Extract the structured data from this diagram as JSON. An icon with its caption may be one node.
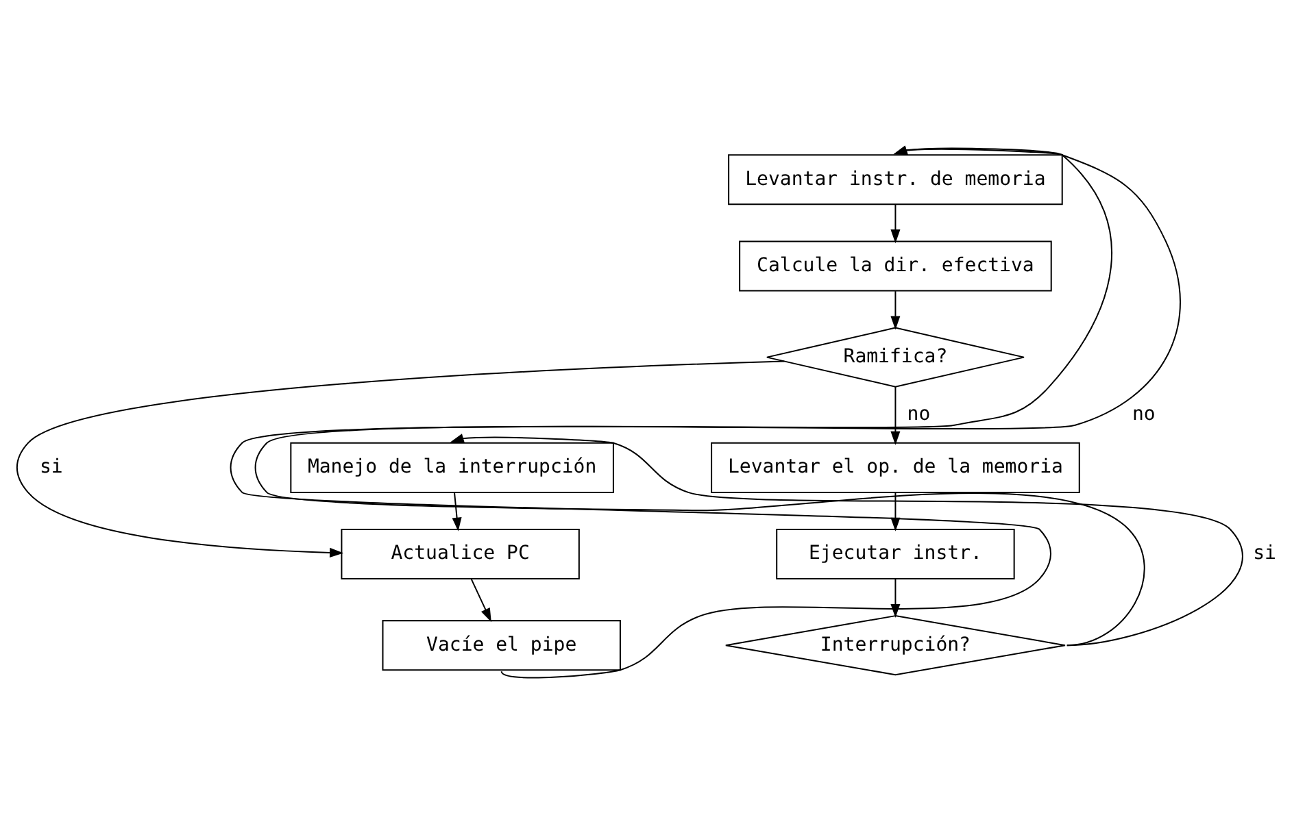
{
  "diagram": {
    "nodes": [
      {
        "text": [
          "Levantar instr. de memoria"
        ]
      },
      {
        "text": [
          "Calcule la dir. efectiva"
        ]
      },
      {
        "text": [
          "Ramifica?"
        ]
      },
      {
        "text": [
          "Manejo de la interrupción"
        ]
      },
      {
        "text": [
          "Levantar el op. de la memoria"
        ]
      },
      {
        "text": [
          "Actualice PC"
        ]
      },
      {
        "text": [
          "Ejecutar instr."
        ]
      },
      {
        "text": [
          "Vacíe el pipe"
        ]
      },
      {
        "text": [
          "Interrupción?"
        ]
      }
    ],
    "edges": [
      {
        "from": 0,
        "to": 1,
        "arrow": "to"
      },
      {
        "from": 1,
        "to": 2,
        "arrow": "to"
      },
      {
        "from": 2,
        "to": 5,
        "arrow": "to",
        "label": "si"
      },
      {
        "from": 2,
        "to": 4,
        "arrow": "to",
        "label": "no"
      },
      {
        "from": 3,
        "to": 5,
        "arrow": "to"
      },
      {
        "from": 4,
        "to": 6,
        "arrow": "to"
      },
      {
        "from": 5,
        "to": 7,
        "arrow": "to"
      },
      {
        "from": 6,
        "to": 8,
        "arrow": "to"
      },
      {
        "from": 8,
        "to": 3,
        "arrow": "to",
        "label": "si"
      },
      {
        "from": 8,
        "to": 0,
        "arrow": "to",
        "label": "no"
      },
      {
        "from": 7,
        "to": 0,
        "arrow": "to"
      }
    ]
  }
}
